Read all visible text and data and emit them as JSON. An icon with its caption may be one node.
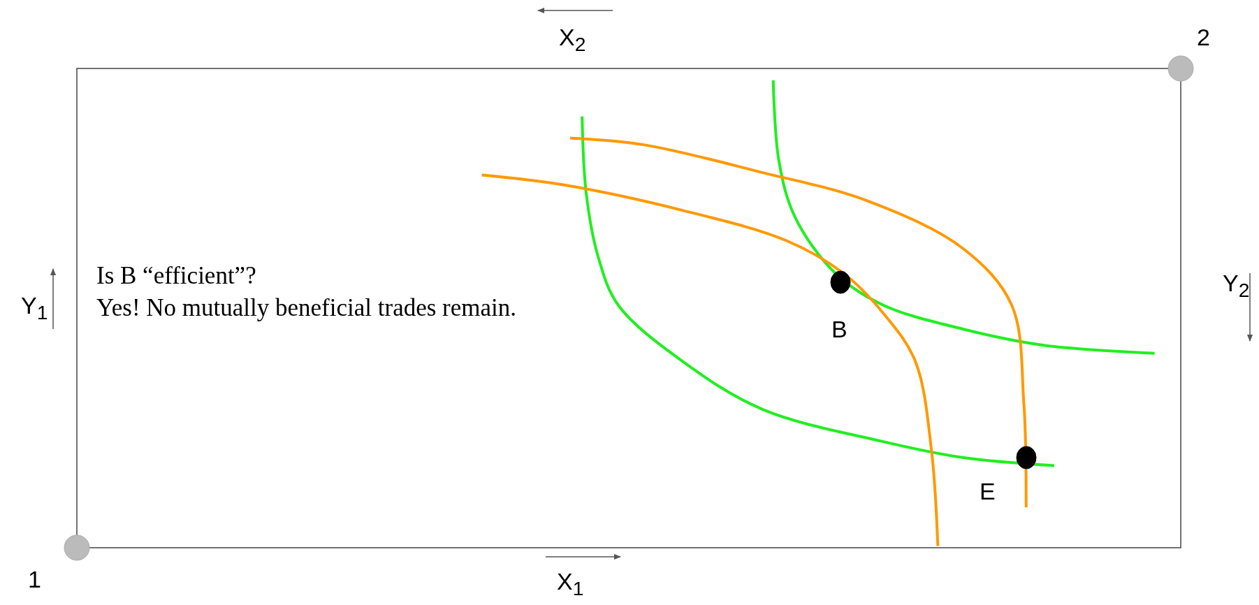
{
  "diagram": {
    "nodes": [
      {
        "text": [],
        "shape": "circle",
        "beside": [
          "1"
        ]
      },
      {
        "text": [],
        "shape": "circle",
        "beside": [
          "2"
        ]
      },
      {
        "text": [],
        "shape": "dot",
        "beside": [
          "B"
        ]
      },
      {
        "text": [],
        "shape": "dot",
        "beside": [
          "E"
        ]
      }
    ],
    "edges": [],
    "labels": [
      "X$_{2}$",
      "Y$_{1}$",
      "Is B “efficient”?",
      "Yes! No mutually beneficial trades remain.",
      "Y$_{2}$",
      "X$_{1}$"
    ]
  }
}
